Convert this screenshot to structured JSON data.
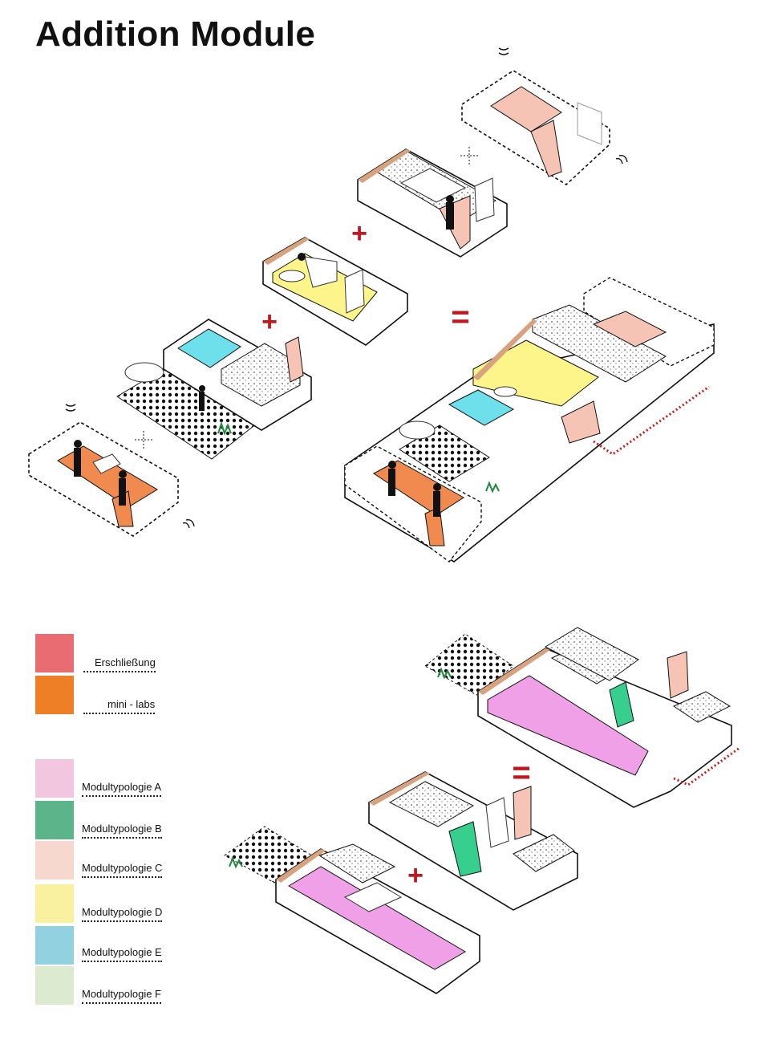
{
  "title": "Addition Module",
  "operators": {
    "plus": "+",
    "equals": "="
  },
  "legend": {
    "access": [
      {
        "label": "Erschließung",
        "color": "#e96c73"
      },
      {
        "label": "mini - labs",
        "color": "#ee7f27"
      }
    ],
    "types": [
      {
        "label": "Modultypologie A",
        "color": "#f3c6df"
      },
      {
        "label": "Modultypologie B",
        "color": "#5cb48a"
      },
      {
        "label": "Modultypologie C",
        "color": "#f6d8cf"
      },
      {
        "label": "Modultypologie D",
        "color": "#faf1a0"
      },
      {
        "label": "Modultypologie E",
        "color": "#92d1df"
      },
      {
        "label": "Modultypologie F",
        "color": "#dcebd0"
      }
    ]
  },
  "colors": {
    "wall_top": "#d8a27e",
    "mini_lab_floor": "#f08a4e",
    "type_a_floor": "#f0a0e6",
    "type_b_floor": "#36cf8e",
    "type_c_floor": "#f6c4b4",
    "type_d_floor": "#fdf58a",
    "type_e_floor": "#6ee0ec",
    "access_path": "#cc1a1a",
    "operator": "#c0181e"
  }
}
